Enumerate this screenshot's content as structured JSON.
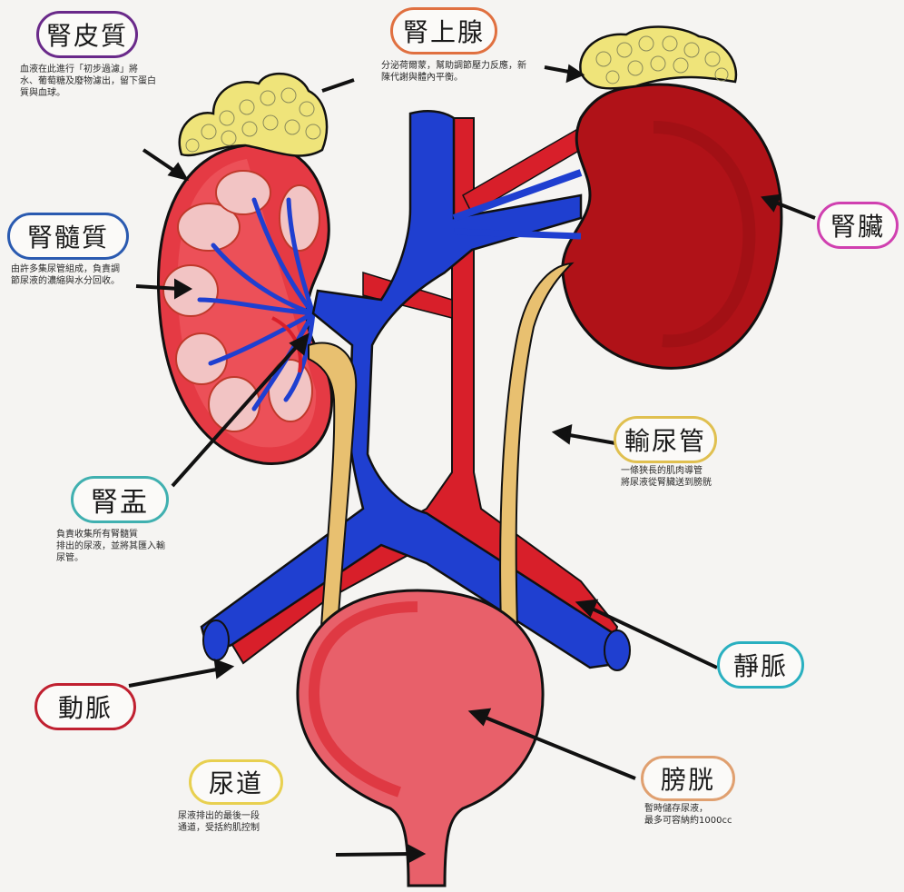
{
  "labels": {
    "renal_cortex": "腎皮質",
    "adrenal_gland": "腎上腺",
    "renal_medulla": "腎髓質",
    "kidney": "腎臟",
    "renal_pelvis": "腎盂",
    "ureter": "輸尿管",
    "vein": "靜脈",
    "artery": "動脈",
    "urethra": "尿道",
    "bladder": "膀胱"
  },
  "notes": {
    "renal_cortex": "血液在此進行「初步過濾」將\n水、葡萄糖及廢物濾出，留下蛋白\n質與血球。",
    "adrenal_gland": "分泌荷爾蒙，幫助調節壓力反應，新\n陳代謝與體內平衡。",
    "renal_medulla": "由許多集尿管組成，負責調\n節尿液的濃縮與水分回收。",
    "renal_pelvis": "負責收集所有腎髓質\n排出的尿液，並將其匯入輸\n尿管。",
    "ureter": "一條狹長的肌肉導管\n將尿液從腎臟送到膀胱",
    "urethra": "尿液排出的最後一段\n通道，受括約肌控制",
    "bladder": "暫時儲存尿液，\n最多可容納約1000cc"
  },
  "colors": {
    "artery": "#d81f2a",
    "vein": "#1f3fd0",
    "kidney_dark": "#b01218",
    "cortex": "#e53a44",
    "medulla": "#f2c4c4",
    "fat": "#efe47a",
    "ureter": "#e8c070",
    "bladder": "#e8606a",
    "label_border": "#7a3a9a"
  }
}
